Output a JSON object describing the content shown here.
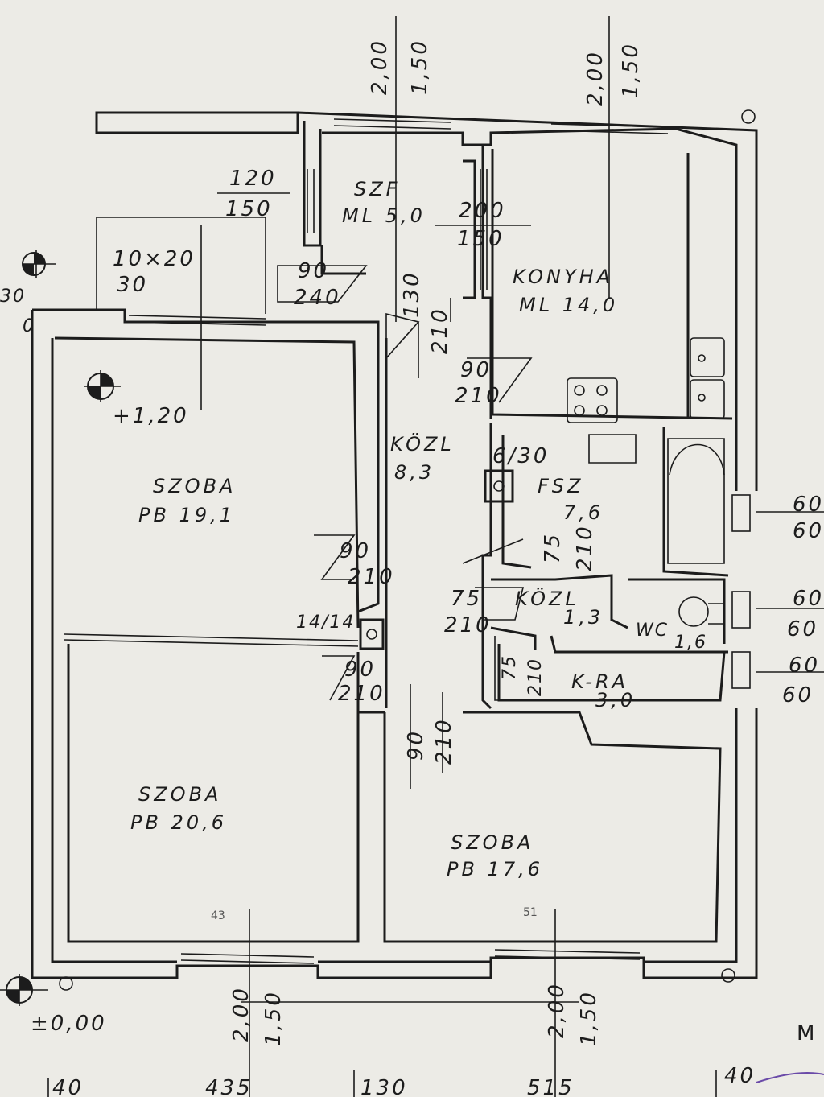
{
  "rooms": {
    "szf": {
      "name": "SZF",
      "area": "ML 5,0"
    },
    "konyha": {
      "name": "KONYHA",
      "area": "ML 14,0"
    },
    "kozl1": {
      "name": "KÖZL",
      "area": "8,3"
    },
    "szoba1": {
      "name": "SZOBA",
      "area": "PB 19,1"
    },
    "szoba2": {
      "name": "SZOBA",
      "area": "PB 20,6"
    },
    "szoba3": {
      "name": "SZOBA",
      "area": "PB 17,6"
    },
    "fsz": {
      "name": "FSZ",
      "area": "7,6"
    },
    "kozl2": {
      "name": "KÖZL",
      "area": "1,3"
    },
    "wc": {
      "name": "WC",
      "area": "1,6"
    },
    "kamra": {
      "name": "K-RA",
      "area": "3,0"
    }
  },
  "dims": {
    "top_left_w": "2,00",
    "top_left_h": "1,50",
    "top_right_w": "2,00",
    "top_right_h": "1,50",
    "szf_w": "120",
    "szf_h": "150",
    "szf_door_w": "200",
    "szf_door_h": "150",
    "stair": "10×20",
    "stair_sub": "30",
    "d1_w": "90",
    "d1_h": "240",
    "d2_w": "130",
    "d2_h": "210",
    "d3_w": "90",
    "d3_h": "210",
    "level_plus": "+1,20",
    "kozl_door": "6/30",
    "d4_w": "90",
    "d4_h": "210",
    "d5_w": "75",
    "d5_h": "210",
    "d6_w": "75",
    "d6_h": "210",
    "chimney": "14/14",
    "d7_w": "90",
    "d7_h": "210",
    "d8_w": "75",
    "d8_h": "210",
    "d9_w": "90",
    "d9_h": "210",
    "r1_a": "60",
    "r1_b": "60",
    "r2_a": "60",
    "r2_b": "60",
    "r3_a": "60",
    "r3_b": "60",
    "bot_left_w": "2,00",
    "bot_left_h": "1,50",
    "bot_right_w": "2,00",
    "bot_right_h": "1,50",
    "level_zero": "±0,00",
    "b1": "43",
    "b2": "51",
    "cut_right": "M",
    "left_30": "30",
    "left_0": "0",
    "bottom_140": "40",
    "bottom_435": "435",
    "bottom_130": "130",
    "bottom_515": "515",
    "bottom_40r": "40"
  }
}
